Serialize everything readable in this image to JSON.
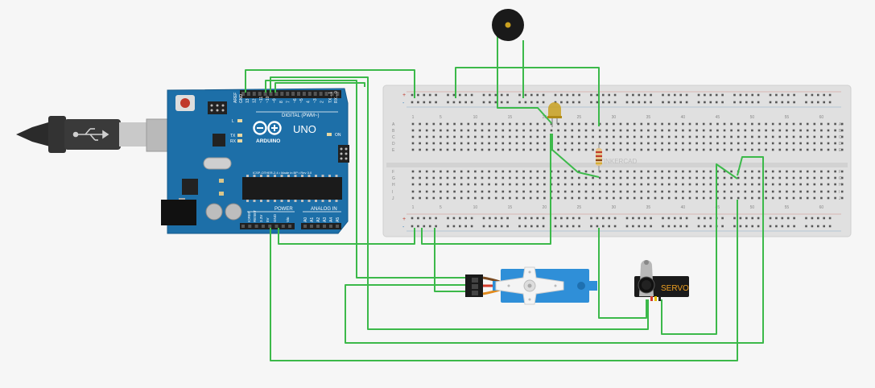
{
  "arduino": {
    "board_name": "UNO",
    "brand": "ARDUINO",
    "digital_header": "DIGITAL (PWM~)",
    "power_header": "POWER",
    "analog_header": "ANALOG IN",
    "ioref": "IOREF",
    "reset": "RESET",
    "v33": "3.3V",
    "v5": "5V",
    "gnd": "GND",
    "vin": "Vin",
    "aref": "AREF",
    "gnd_top": "GND",
    "led_l": "L",
    "led_tx": "TX",
    "led_rx": "RX",
    "on_label": "ON",
    "tx_pin": "TX→1",
    "rx_pin": "RX←0",
    "chip_text": "ICSP-OTHER-2.4 • Made in BP • Rev 3.0",
    "digital_pins": [
      "13",
      "12",
      "~11",
      "~10",
      "~9",
      "8",
      "7",
      "~6",
      "~5",
      "4",
      "~3",
      "2"
    ],
    "analog_pins": [
      "A0",
      "A1",
      "A2",
      "A3",
      "A4",
      "A5"
    ]
  },
  "breadboard": {
    "watermark": "TINKERCAD",
    "column_numbers": [
      "1",
      "5",
      "10",
      "15",
      "20",
      "25",
      "30",
      "35",
      "40",
      "45",
      "50",
      "55",
      "60"
    ],
    "row_letters_top": [
      "A",
      "B",
      "C",
      "D",
      "E"
    ],
    "row_letters_bottom": [
      "F",
      "G",
      "H",
      "I",
      "J"
    ],
    "rail_plus": "+",
    "rail_minus": "-"
  },
  "servo_module": {
    "label": "SERVO"
  },
  "colors": {
    "wire": "#3cb94a",
    "board": "#1d6fa8",
    "breadboard": "#e0e0e0",
    "servo": "#2f8fd8",
    "led": "#c8a020"
  }
}
